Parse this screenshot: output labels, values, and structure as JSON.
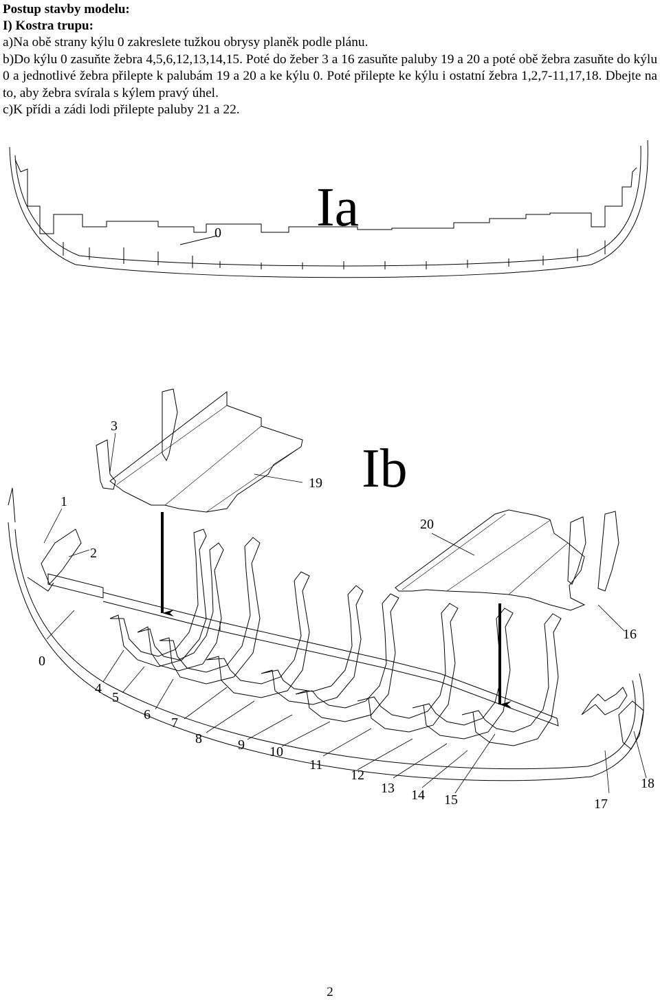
{
  "document": {
    "heading": "Postup stavby modelu:",
    "subheading": "I) Kostra trupu:",
    "step_a": "a)Na obě strany kýlu 0 zakreslete tužkou obrysy planěk podle plánu.",
    "step_b": "b)Do kýlu 0 zasuňte žebra 4,5,6,12,13,14,15. Poté do žeber 3 a 16 zasuňte paluby 19 a 20 a poté obě žebra zasuňte do kýlu 0 a jednotlivé žebra přilepte k palubám 19 a 20 a ke kýlu 0. Poté přilepte ke kýlu i ostatní žebra 1,2,7-11,17,18. Dbejte na to, aby žebra svírala s kýlem pravý úhel.",
    "step_c": "c)K přídi a zádi lodi přilepte paluby 21 a 22.",
    "page_number": "2"
  },
  "figure_a": {
    "title": "Ia",
    "keel_label": "0"
  },
  "figure_b": {
    "title": "Ib",
    "labels": {
      "p0": "0",
      "p1": "1",
      "p2": "2",
      "p3": "3",
      "p4": "4",
      "p5": "5",
      "p6": "6",
      "p7": "7",
      "p8": "8",
      "p9": "9",
      "p10": "10",
      "p11": "11",
      "p12": "12",
      "p13": "13",
      "p14": "14",
      "p15": "15",
      "p16": "16",
      "p17": "17",
      "p18": "18",
      "p19": "19",
      "p20": "20"
    }
  }
}
